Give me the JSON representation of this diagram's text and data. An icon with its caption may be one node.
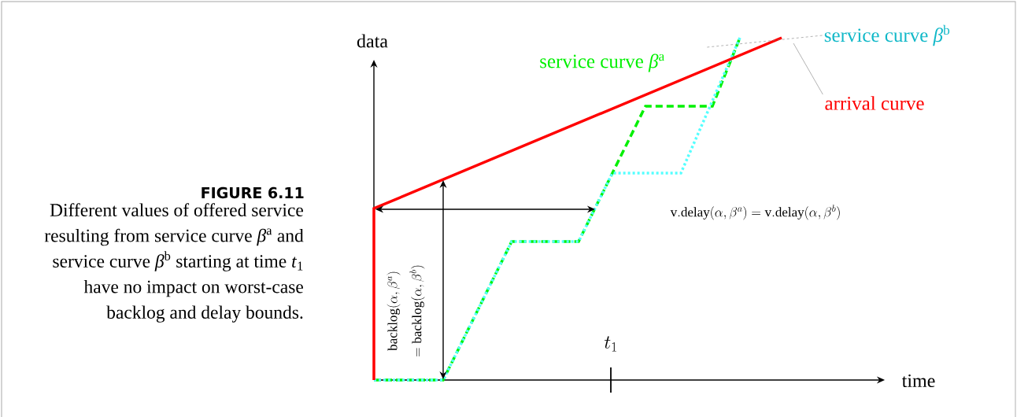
{
  "diagram": {
    "title": "FIGURE 6.11",
    "caption": "Different values of offered service resulting from service curve *β*$^{a}$ and service curve *β*$^{b}$ starting at time *t*$_{1}$ have no impact on worst-case backlog and delay bounds.",
    "nodes": [
      {
        "text": [
          "service curve *β*$^{b}$"
        ]
      },
      {
        "text": [
          "arrival curve"
        ]
      }
    ],
    "edges": [
      {
        "from": 0,
        "to": null,
        "arrow": "none",
        "style": "dashed"
      },
      {
        "from": 1,
        "to": null,
        "arrow": "none"
      }
    ],
    "labels": [
      "data",
      "service curve *β*$^{a}$",
      "\\mathrm{v.delay}(\\alpha,\\beta^a) = \\mathrm{v.delay}(\\alpha,\\beta^b)",
      "\\mathrm{backlog}(\\alpha,\\beta^a)",
      "= \\mathrm{backlog}(\\alpha,\\beta^b)",
      "t_1",
      "time"
    ]
  }
}
